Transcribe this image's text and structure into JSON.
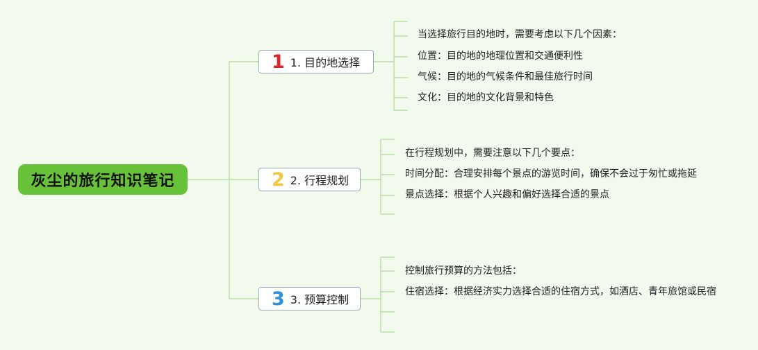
{
  "root": {
    "title": "灰尘的旅行知识笔记"
  },
  "branches": [
    {
      "number": "1",
      "number_color": "#d9262c",
      "label": "1. 目的地选择",
      "items": [
        "当选择旅行目的地时，需要考虑以下几个因素：",
        "位置：目的地的地理位置和交通便利性",
        "气候：目的地的气候条件和最佳旅行时间",
        "文化：目的地的文化背景和特色"
      ]
    },
    {
      "number": "2",
      "number_color": "#f2c744",
      "label": "2. 行程规划",
      "items": [
        "在行程规划中，需要注意以下几个要点：",
        "时间分配：合理安排每个景点的游览时间，确保不会过于匆忙或拖延",
        "景点选择：根据个人兴趣和偏好选择合适的景点",
        ""
      ]
    },
    {
      "number": "3",
      "number_color": "#2f8fd8",
      "label": "3. 预算控制",
      "items": [
        "控制旅行预算的方法包括：",
        "住宿选择：根据经济实力选择合适的住宿方式，如酒店、青年旅馆或民宿",
        "",
        ""
      ]
    }
  ],
  "colors": {
    "root_bg": "#67c23a",
    "line": "#b9dfa8",
    "background": "#f2f9ed"
  }
}
